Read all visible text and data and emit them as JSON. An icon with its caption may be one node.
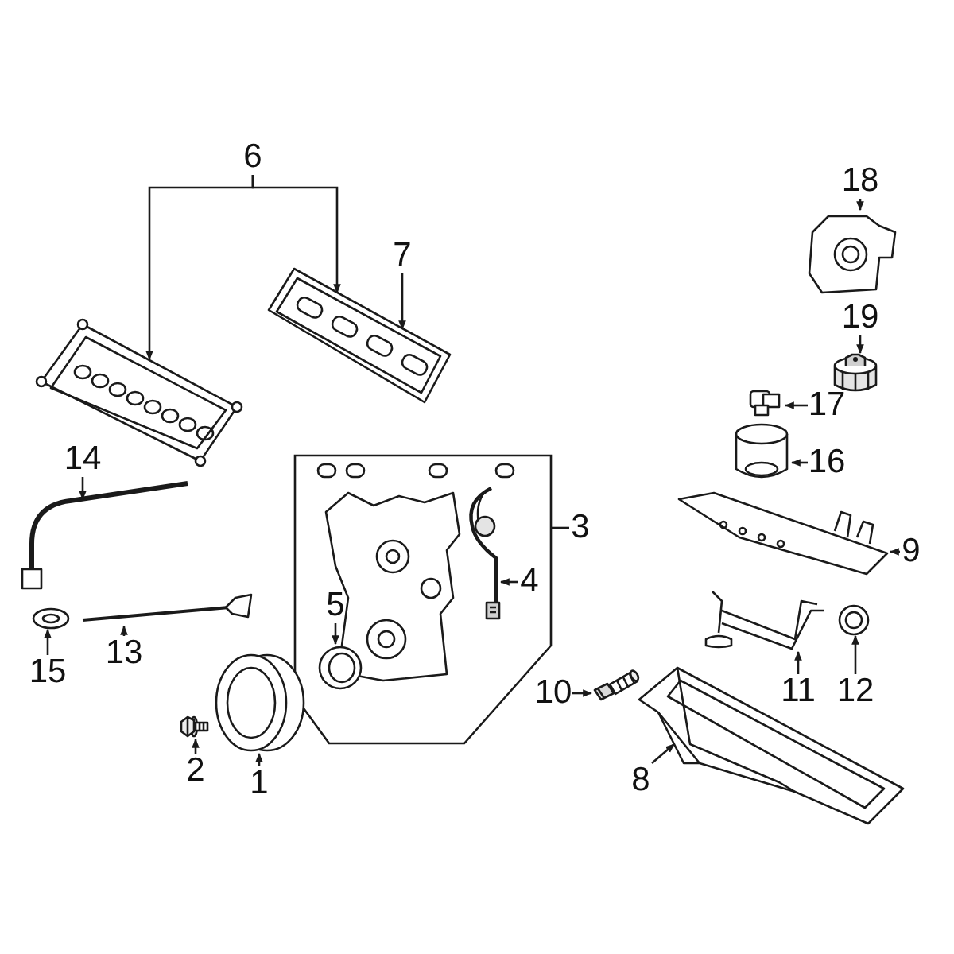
{
  "diagram": {
    "nodes": [
      {
        "text": [
          "6"
        ]
      },
      {
        "text": [],
        "shape": "picture"
      },
      {
        "text": [
          "7"
        ]
      },
      {
        "text": [],
        "shape": "picture"
      },
      {
        "text": [
          "18"
        ]
      },
      {
        "text": [],
        "shape": "picture"
      },
      {
        "text": [
          "19"
        ]
      },
      {
        "text": [],
        "shape": "picture"
      },
      {
        "text": [
          "17"
        ]
      },
      {
        "text": [],
        "shape": "picture"
      },
      {
        "text": [
          "16"
        ]
      },
      {
        "text": [],
        "shape": "picture"
      },
      {
        "text": [
          "14"
        ]
      },
      {
        "text": [],
        "shape": "picture"
      },
      {
        "text": [
          "13"
        ]
      },
      {
        "text": [],
        "shape": "picture"
      },
      {
        "text": [
          "15"
        ]
      },
      {
        "text": [],
        "shape": "picture"
      },
      {
        "text": [
          "3"
        ]
      },
      {
        "text": [],
        "shape": "box"
      },
      {
        "text": [
          "4"
        ],
        "in": 19
      },
      {
        "text": [],
        "shape": "picture",
        "in": 19
      },
      {
        "text": [
          "5"
        ],
        "in": 19
      },
      {
        "text": [],
        "shape": "picture",
        "in": 19
      },
      {
        "text": [
          "9"
        ]
      },
      {
        "text": [],
        "shape": "picture"
      },
      {
        "text": [
          "2"
        ]
      },
      {
        "text": [],
        "shape": "picture"
      },
      {
        "text": [
          "1"
        ]
      },
      {
        "text": [],
        "shape": "picture"
      },
      {
        "text": [
          "10"
        ]
      },
      {
        "text": [],
        "shape": "picture"
      },
      {
        "text": [
          "11"
        ]
      },
      {
        "text": [],
        "shape": "picture"
      },
      {
        "text": [
          "12"
        ]
      },
      {
        "text": [],
        "shape": "picture"
      },
      {
        "text": [
          "8"
        ]
      },
      {
        "text": [],
        "shape": "picture"
      }
    ],
    "edges": [
      {
        "from": 0,
        "to": 1,
        "arrow": "to"
      },
      {
        "from": 0,
        "to": 3,
        "arrow": "to"
      },
      {
        "from": 2,
        "to": 3,
        "arrow": "to"
      },
      {
        "from": 4,
        "to": 5,
        "arrow": "to"
      },
      {
        "from": 6,
        "to": 7,
        "arrow": "to"
      },
      {
        "from": 8,
        "to": 9,
        "arrow": "to"
      },
      {
        "from": 10,
        "to": 11,
        "arrow": "to"
      },
      {
        "from": 12,
        "to": 13,
        "arrow": "to"
      },
      {
        "from": 14,
        "to": 15,
        "arrow": "to"
      },
      {
        "from": 16,
        "to": 17,
        "arrow": "to"
      },
      {
        "from": 18,
        "to": 19,
        "arrow": "none"
      },
      {
        "from": 20,
        "to": 21,
        "arrow": "to"
      },
      {
        "from": 22,
        "to": 23,
        "arrow": "to"
      },
      {
        "from": 24,
        "to": 25,
        "arrow": "to"
      },
      {
        "from": 26,
        "to": 27,
        "arrow": "to"
      },
      {
        "from": 28,
        "to": 29,
        "arrow": "to"
      },
      {
        "from": 30,
        "to": 31,
        "arrow": "to"
      },
      {
        "from": 32,
        "to": 33,
        "arrow": "to"
      },
      {
        "from": 34,
        "to": 35,
        "arrow": "to"
      },
      {
        "from": 36,
        "to": 37,
        "arrow": "to"
      }
    ]
  }
}
